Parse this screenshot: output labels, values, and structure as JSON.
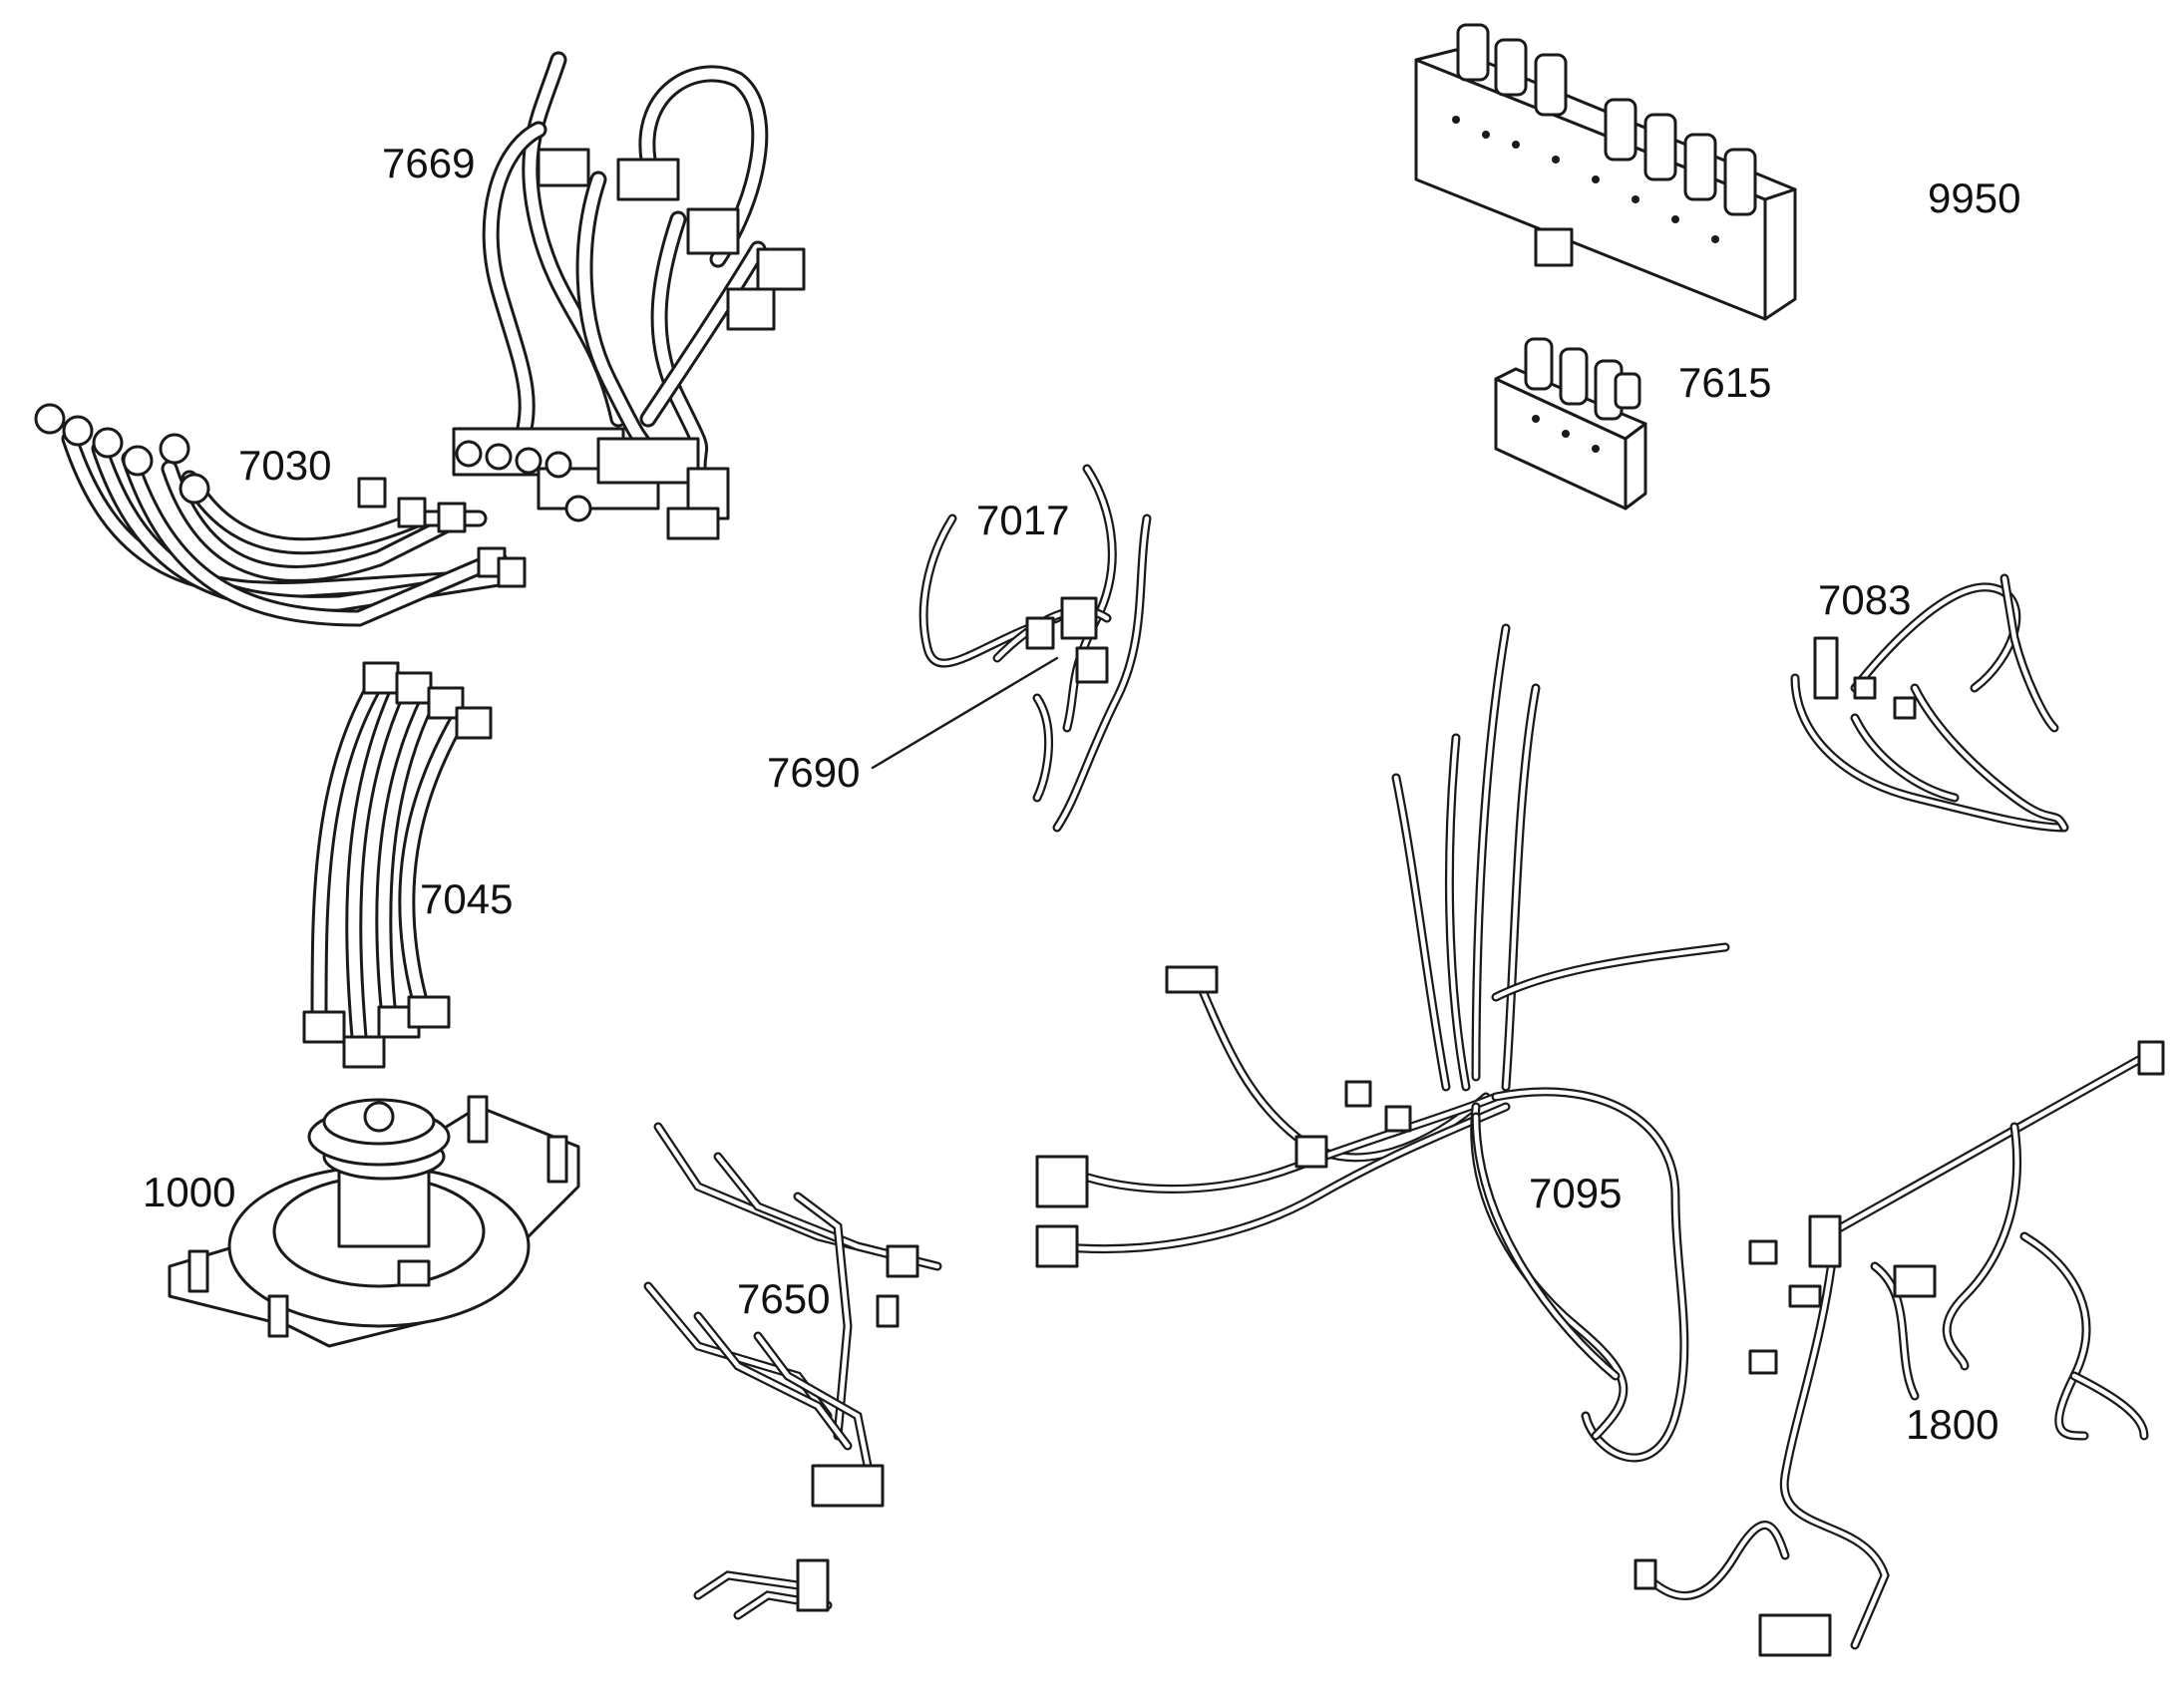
{
  "parts": {
    "p7669": "7669",
    "p9950": "9950",
    "p7615": "7615",
    "p7030": "7030",
    "p7017": "7017",
    "p7083": "7083",
    "p7690": "7690",
    "p7045": "7045",
    "p1000": "1000",
    "p7095": "7095",
    "p7650": "7650",
    "p1800": "1800"
  },
  "colors": {
    "line": "#1a1a1a",
    "background": "#ffffff"
  }
}
